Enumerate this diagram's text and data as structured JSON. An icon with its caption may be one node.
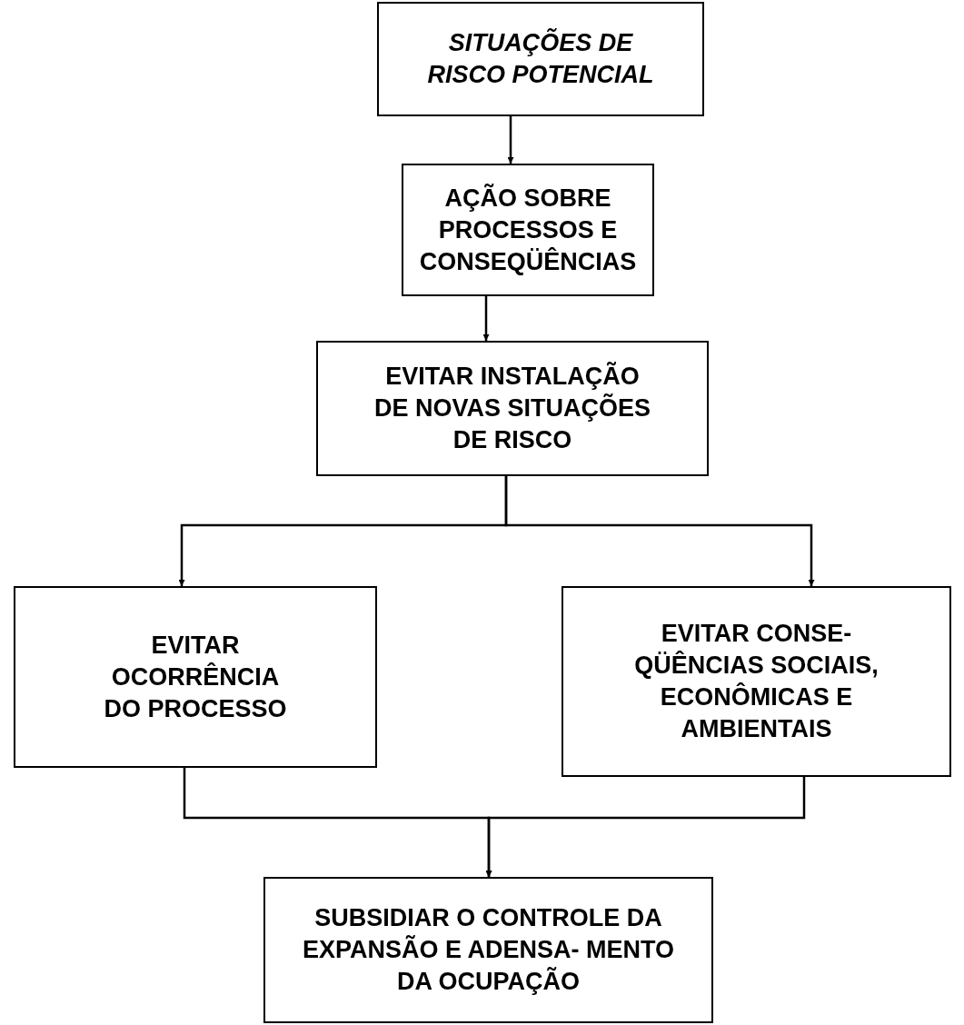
{
  "diagram": {
    "nodes": [
      {
        "text": [
          "SITUAÇÕES DE RISCO POTENCIAL"
        ]
      },
      {
        "text": [
          "AÇÃO SOBRE PROCESSOS E CONSEQÜÊNCIAS"
        ]
      },
      {
        "text": [
          "EVITAR INSTALAÇÃO DE NOVAS SITUAÇÕES DE RISCO"
        ]
      },
      {
        "text": [
          "EVITAR OCORRÊNCIA DO PROCESSO"
        ]
      },
      {
        "text": [
          "EVITAR CONSE- QÜÊNCIAS SOCIAIS, ECONÔMICAS E AMBIENTAIS"
        ]
      },
      {
        "text": [
          "SUBSIDIAR O CONTROLE DA EXPANSÃO E ADENSA- MENTO DA OCUPAÇÃO"
        ]
      }
    ],
    "edges": [
      {
        "from": 0,
        "to": 1,
        "arrow": "to"
      },
      {
        "from": 1,
        "to": 2,
        "arrow": "to"
      },
      {
        "from": 2,
        "to": 3,
        "arrow": "to"
      },
      {
        "from": 2,
        "to": 4,
        "arrow": "to"
      },
      {
        "from": 3,
        "to": 5,
        "arrow": "to"
      },
      {
        "from": 4,
        "to": 5,
        "arrow": "to"
      }
    ]
  }
}
